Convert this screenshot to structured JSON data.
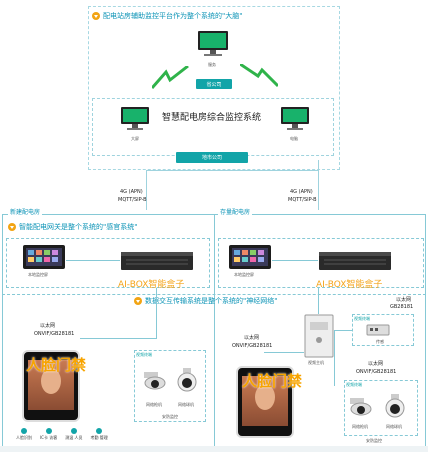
{
  "top_section": {
    "banner": "配电站房辅助监控平台作为整个系统的\"大脑\"",
    "server_label": "服务",
    "province_button": "省公司",
    "system_title": "智慧配电房综合监控系统",
    "pc_left_label": "大屏",
    "pc_right_label": "电脑",
    "city_button": "地市公司"
  },
  "links": {
    "left_4g": "4G (APN)",
    "left_protocol": "MQTT/SIP-B",
    "right_4g": "4G (APN)",
    "right_protocol": "MQTT/SIP-B"
  },
  "new_station": {
    "title": "新建配电房",
    "banner": "智能配电网关是整个系统的\"感官系统\"",
    "monitor_label": "本地监控屏",
    "aibox_label": "AI-BOX智能盒子"
  },
  "stock_station": {
    "title": "存量配电房",
    "monitor_label": "本地监控屏",
    "aibox_label": "AI-BOX智能盒子"
  },
  "transport_banner": "数据交互传输系统是整个系统的\"神经网络\"",
  "left_network": {
    "ethernet": "以太网",
    "protocol": "ONVIF/GB28181",
    "face_title": "人脸门禁",
    "camera_group_title": "视频终端",
    "camera1": "网络枪机",
    "camera2": "网络球机",
    "camera_caption": "安防监控",
    "features": [
      "人脸识别",
      "IC卡 访客",
      "测温 人员",
      "考勤 管理"
    ]
  },
  "right_network": {
    "ethernet1": "以太网",
    "protocol1": "ONVIF/GB28181",
    "host_label": "视频主机",
    "ethernet2": "以太网",
    "protocol2": "GB28181",
    "sensor_group_title": "视频终端",
    "sensor_label": "传感",
    "ethernet3": "以太网",
    "protocol3": "ONVIF/GB28181",
    "face_title": "人脸门禁",
    "camera_group_title": "视频终端",
    "camera1": "网络枪机",
    "camera2": "网络球机",
    "camera_caption": "安防监控"
  },
  "colors": {
    "teal": "#12a4a8",
    "orange": "#f7a400",
    "green": "#2fb34a"
  }
}
